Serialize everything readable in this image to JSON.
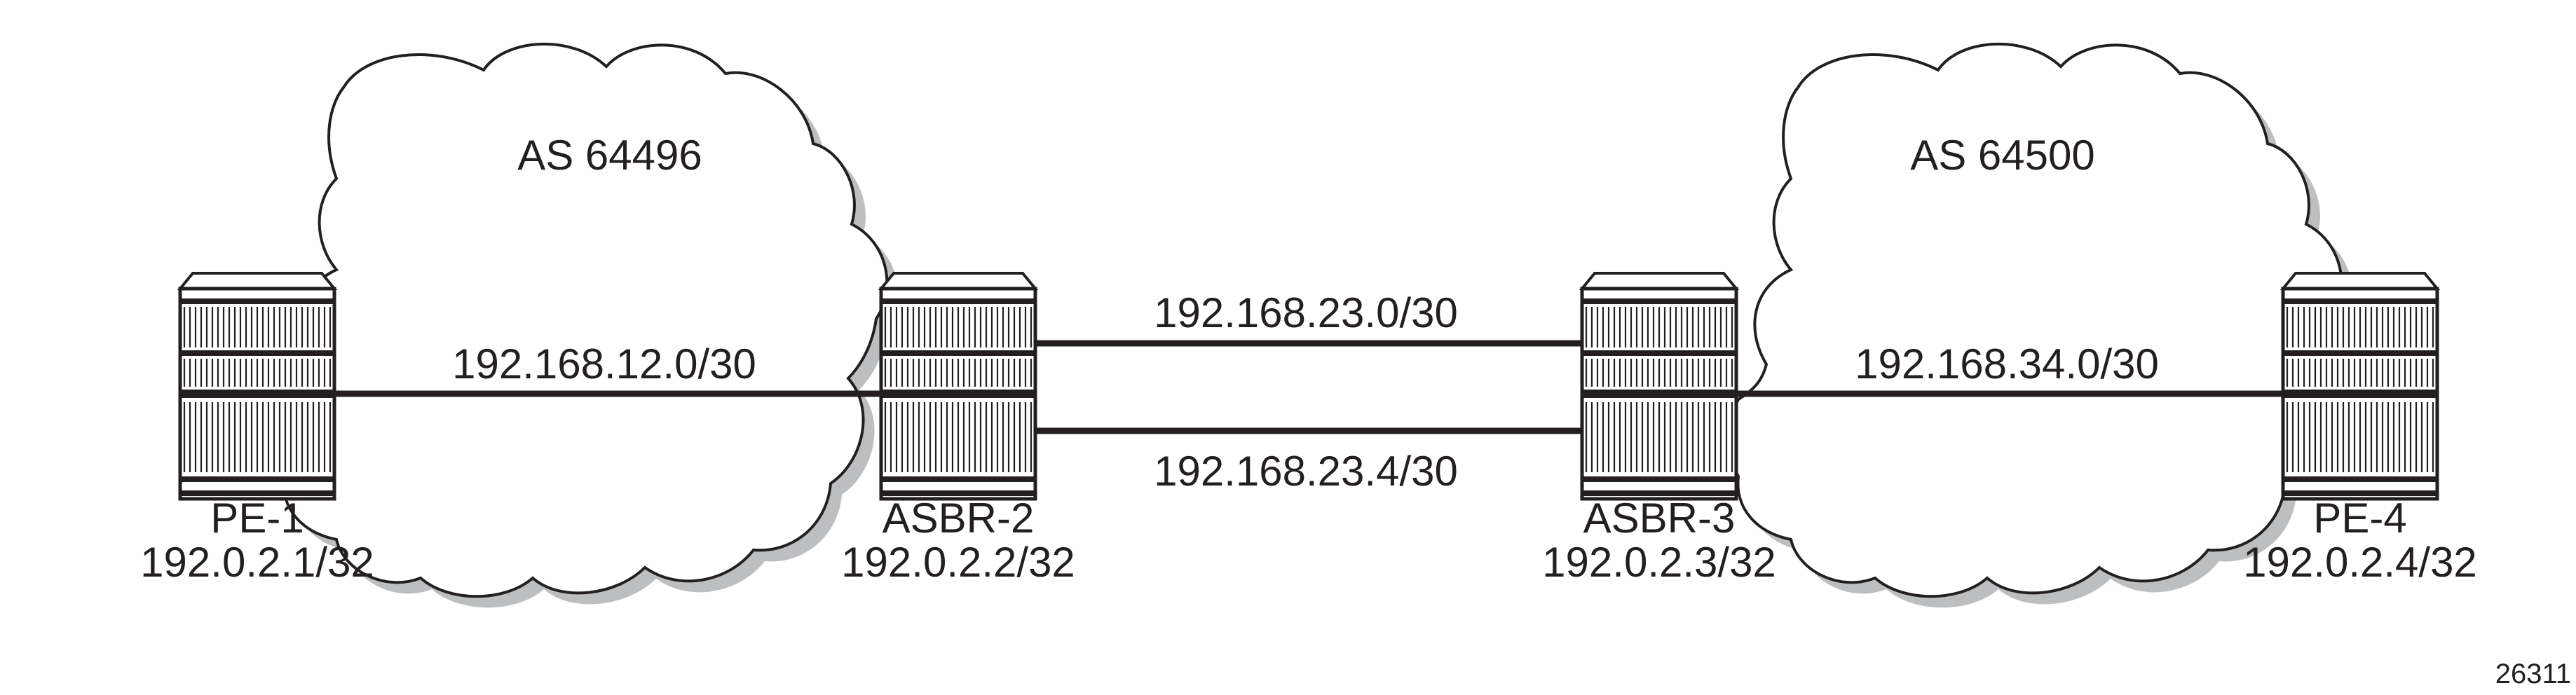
{
  "clouds": [
    {
      "id": "as64496",
      "label": "AS 64496"
    },
    {
      "id": "as64500",
      "label": "AS 64500"
    }
  ],
  "routers": [
    {
      "id": "pe1",
      "name": "PE-1",
      "address": "192.0.2.1/32"
    },
    {
      "id": "asbr2",
      "name": "ASBR-2",
      "address": "192.0.2.2/32"
    },
    {
      "id": "asbr3",
      "name": "ASBR-3",
      "address": "192.0.2.3/32"
    },
    {
      "id": "pe4",
      "name": "PE-4",
      "address": "192.0.2.4/32"
    }
  ],
  "links": [
    {
      "id": "l12",
      "subnet": "192.168.12.0/30"
    },
    {
      "id": "l23a",
      "subnet": "192.168.23.0/30"
    },
    {
      "id": "l23b",
      "subnet": "192.168.23.4/30"
    },
    {
      "id": "l34",
      "subnet": "192.168.34.0/30"
    }
  ],
  "figure_id": "26311",
  "colors": {
    "ink": "#231f20",
    "shadow": "#bcbec0",
    "fill": "#ffffff"
  }
}
